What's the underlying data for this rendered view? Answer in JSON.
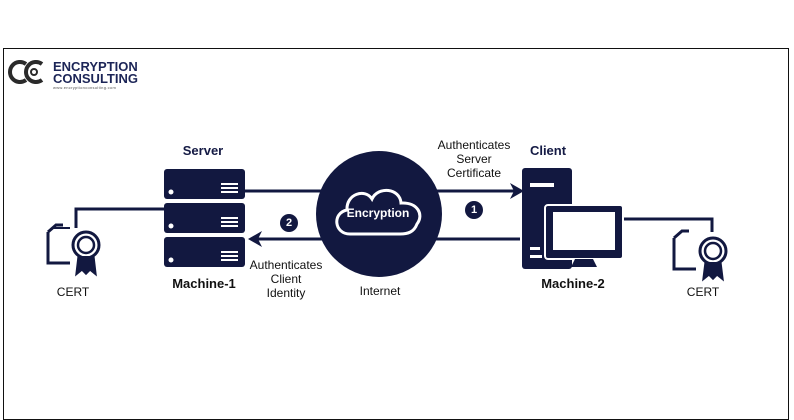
{
  "logo": {
    "line1": "ENCRYPTION",
    "line2": "CONSULTING",
    "url": "www.encryptionconsulting.com"
  },
  "server": {
    "title": "Server",
    "name": "Machine-1",
    "cert": "CERT"
  },
  "client": {
    "title": "Client",
    "name": "Machine-2",
    "cert": "CERT"
  },
  "network": {
    "cloud_label": "Encryption",
    "label": "Internet"
  },
  "steps": [
    {
      "number": "1",
      "label_lines": [
        "Authenticates",
        "Server",
        "Certificate"
      ]
    },
    {
      "number": "2",
      "label_lines": [
        "Authenticates",
        "Client",
        "Identity"
      ]
    }
  ],
  "colors": {
    "navy": "#121840"
  }
}
